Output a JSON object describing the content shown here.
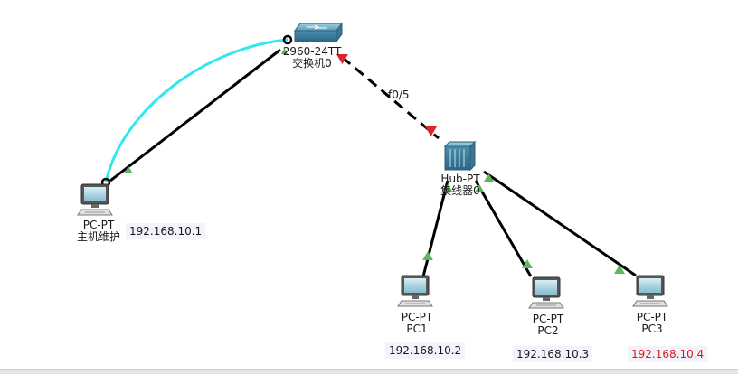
{
  "switch": {
    "model": "2960-24TT",
    "name": "交换机0"
  },
  "hub": {
    "model": "Hub-PT",
    "name": "集线器0"
  },
  "hosts": [
    {
      "model": "PC-PT",
      "name": "主机维护",
      "ip": "192.168.10.1"
    },
    {
      "model": "PC-PT",
      "name": "PC1",
      "ip": "192.168.10.2"
    },
    {
      "model": "PC-PT",
      "name": "PC2",
      "ip": "192.168.10.3"
    },
    {
      "model": "PC-PT",
      "name": "PC3",
      "ip": "192.168.10.4"
    }
  ],
  "links": {
    "trunk_port": "f0/5"
  },
  "colors": {
    "cable": "#000000",
    "console_cable": "#33e6f0",
    "link_up": "#5cb85c",
    "link_down": "#d9252e",
    "device": "#4a8cac",
    "ip_error": "#e0161b"
  }
}
